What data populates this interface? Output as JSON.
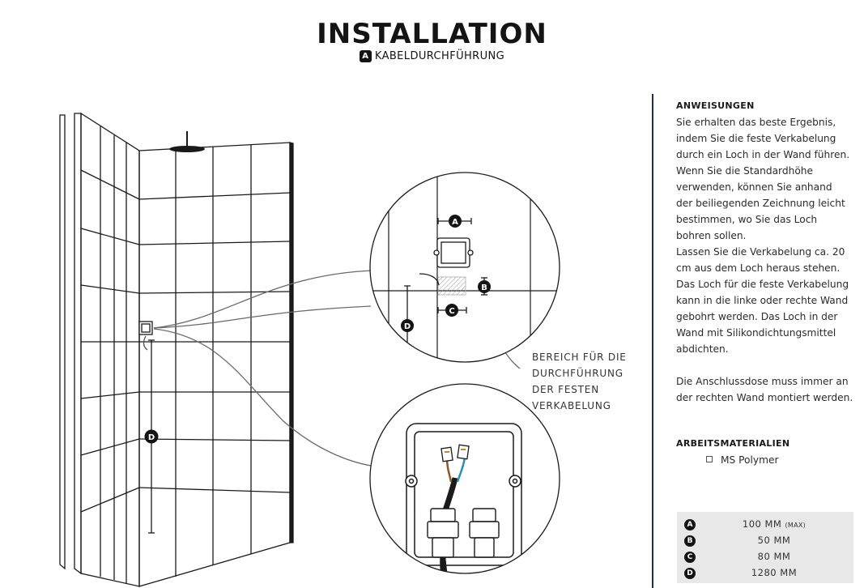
{
  "header": {
    "title": "INSTALLATION",
    "subtitle_badge": "A",
    "subtitle": "KABELDURCHFÜHRUNG"
  },
  "diagram": {
    "callout_lines": [
      "BEREICH FÜR DIE",
      "DURCHFÜHRUNG",
      "DER FESTEN",
      "VERKABELUNG"
    ],
    "markers": {
      "a": "A",
      "b": "B",
      "c": "C",
      "d": "D"
    }
  },
  "sidebar": {
    "instructions_heading": "ANWEISUNGEN",
    "instructions_lines": [
      "Sie erhalten das beste Ergebnis,",
      "indem Sie die feste Verkabelung",
      "durch ein Loch in der Wand führen.",
      "Wenn Sie die Standardhöhe",
      "verwenden, können Sie anhand",
      "der beiliegenden Zeichnung leicht",
      "bestimmen, wo Sie das Loch",
      "bohren sollen.",
      "Lassen Sie die Verkabelung ca. 20",
      "cm aus dem Loch heraus stehen.",
      "Das Loch für die feste Verkabelung",
      "kann in die linke oder rechte Wand",
      "gebohrt werden. Das Loch in der",
      "Wand mit Silikondichtungsmittel",
      "abdichten.",
      "",
      "Die Anschlussdose muss immer an",
      "der rechten Wand montiert werden."
    ],
    "materials_heading": "ARBEITSMATERIALIEN",
    "materials_item": "MS Polymer",
    "dimensions": [
      {
        "badge": "A",
        "value": "100 MM",
        "note": "(MAX)"
      },
      {
        "badge": "B",
        "value": "50 MM",
        "note": ""
      },
      {
        "badge": "C",
        "value": "80 MM",
        "note": ""
      },
      {
        "badge": "D",
        "value": "1280 MM",
        "note": ""
      }
    ]
  }
}
